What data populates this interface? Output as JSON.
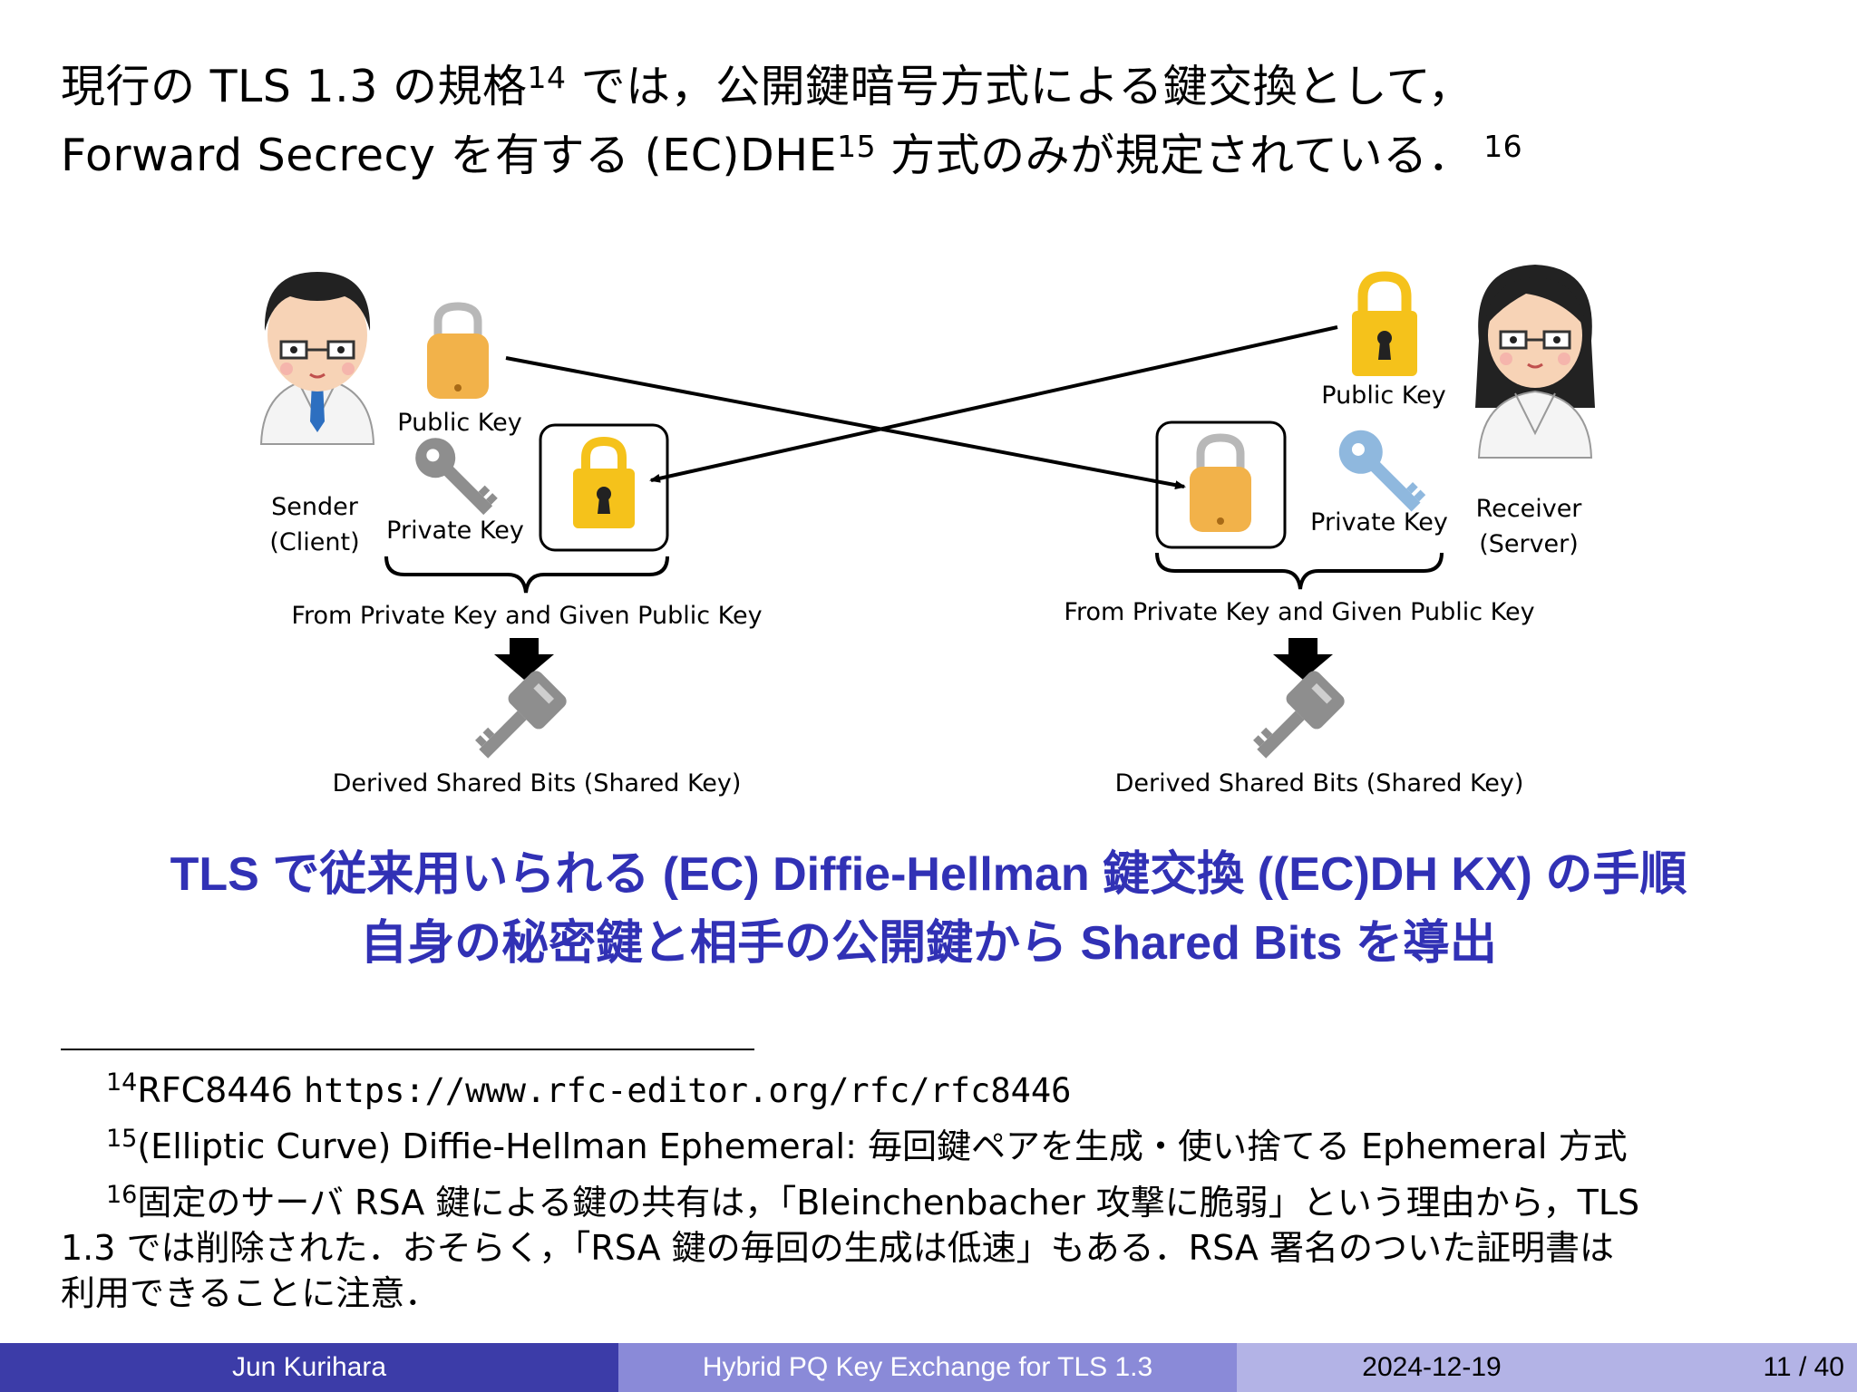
{
  "header": {
    "line1_a": "現行の TLS 1.3 の規格",
    "line1_ref": "14",
    "line1_b": "では，公開鍵暗号方式による鍵交換として，",
    "line2_a": "Forward Secrecy を有する (EC)DHE",
    "line2_ref": "15",
    "line2_b": "方式のみが規定されている．",
    "line2_ref2": "16"
  },
  "diagram": {
    "sender_name": "Sender",
    "sender_role": "(Client)",
    "receiver_name": "Receiver",
    "receiver_role": "(Server)",
    "left_public_key": "Public Key",
    "left_private_key": "Private Key",
    "right_public_key": "Public Key",
    "right_private_key": "Private Key",
    "left_brace_label": "From Private Key and Given Public Key",
    "right_brace_label": "From Private Key and Given Public Key",
    "left_shared_key": "Derived Shared Bits (Shared Key)",
    "right_shared_key": "Derived Shared Bits (Shared Key)",
    "colors": {
      "orange_lock": "#f2b24a",
      "yellow_lock": "#f5c21b",
      "gray_key": "#8e8e8e",
      "blue_key": "#8fb8de",
      "accent": "#3131b5"
    }
  },
  "headline": {
    "line1": "TLS で従来用いられる (EC) Diffie-Hellman 鍵交換 ((EC)DH KX) の手順",
    "line2": "自身の秘密鍵と相手の公開鍵から Shared Bits を導出"
  },
  "footnotes": {
    "fn14_num": "14",
    "fn14_text": "RFC8446",
    "fn14_url": "https://www.rfc-editor.org/rfc/rfc8446",
    "fn15_num": "15",
    "fn15_text": "(Elliptic Curve) Diffie-Hellman Ephemeral: 毎回鍵ペアを生成・使い捨てる Ephemeral 方式",
    "fn16_num": "16",
    "fn16_line1": "固定のサーバ RSA 鍵による鍵の共有は，「Bleinchenbacher 攻撃に脆弱」という理由から，TLS",
    "fn16_line2": "1.3 では削除された．おそらく，「RSA 鍵の毎回の生成は低速」もある．RSA 署名のついた証明書は",
    "fn16_line3": "利用できることに注意．"
  },
  "footer": {
    "author": "Jun Kurihara",
    "title": "Hybrid PQ Key Exchange for TLS 1.3",
    "date": "2024-12-19",
    "page": "11 / 40"
  }
}
